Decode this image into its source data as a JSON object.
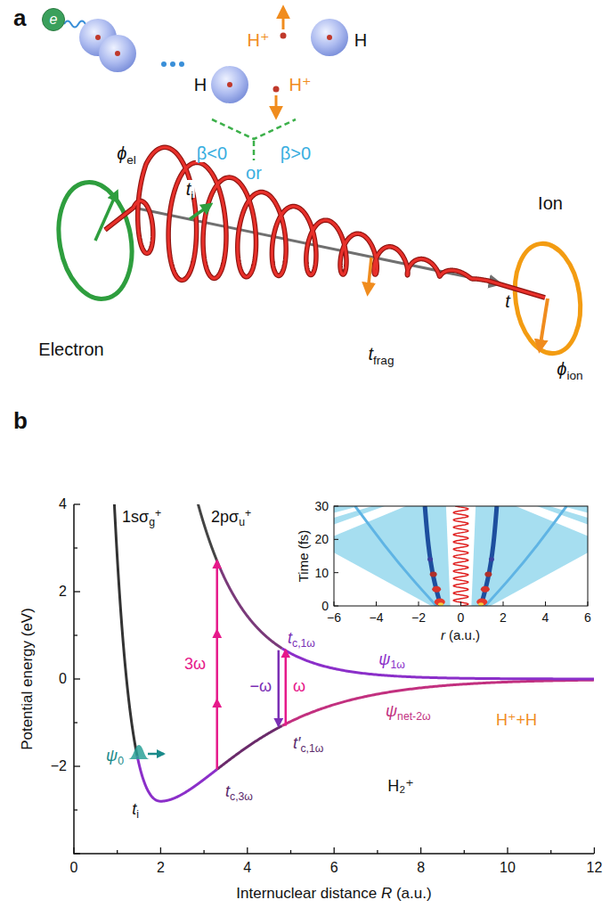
{
  "diagram": {
    "nodes": [
      {
        "text": [
          "e"
        ]
      }
    ],
    "labels": [
      "a",
      "H⁺",
      "H",
      "H",
      "H⁺",
      "β<0",
      "or",
      "β>0",
      "ϕ",
      "el",
      "t",
      "i",
      "Electron",
      "t",
      "frag",
      "t",
      "Ion",
      "ϕ",
      "ion",
      "b",
      "4",
      "2",
      "0",
      "−2",
      "Potential energy (eV)",
      "1sσ",
      "g",
      "+",
      "2pσ",
      "u",
      "+",
      "Time (fs)",
      "30",
      "20",
      "10",
      "0",
      "−6",
      "−4",
      "−2",
      "0",
      "2",
      "4",
      "6",
      "r",
      "(a.u.)",
      "3ω",
      "t",
      "c,1ω",
      "−ω",
      "ω",
      "ψ",
      "1ω",
      "ψ",
      "net-2ω",
      "H⁺+H",
      "t′",
      "c,1ω",
      "t",
      "c,3ω",
      "ψ",
      "0",
      "t",
      "i",
      "H₂⁺",
      "0",
      "2",
      "4",
      "6",
      "8",
      "10",
      "12",
      "Internuclear distance",
      "R",
      "(a.u.)"
    ]
  }
}
